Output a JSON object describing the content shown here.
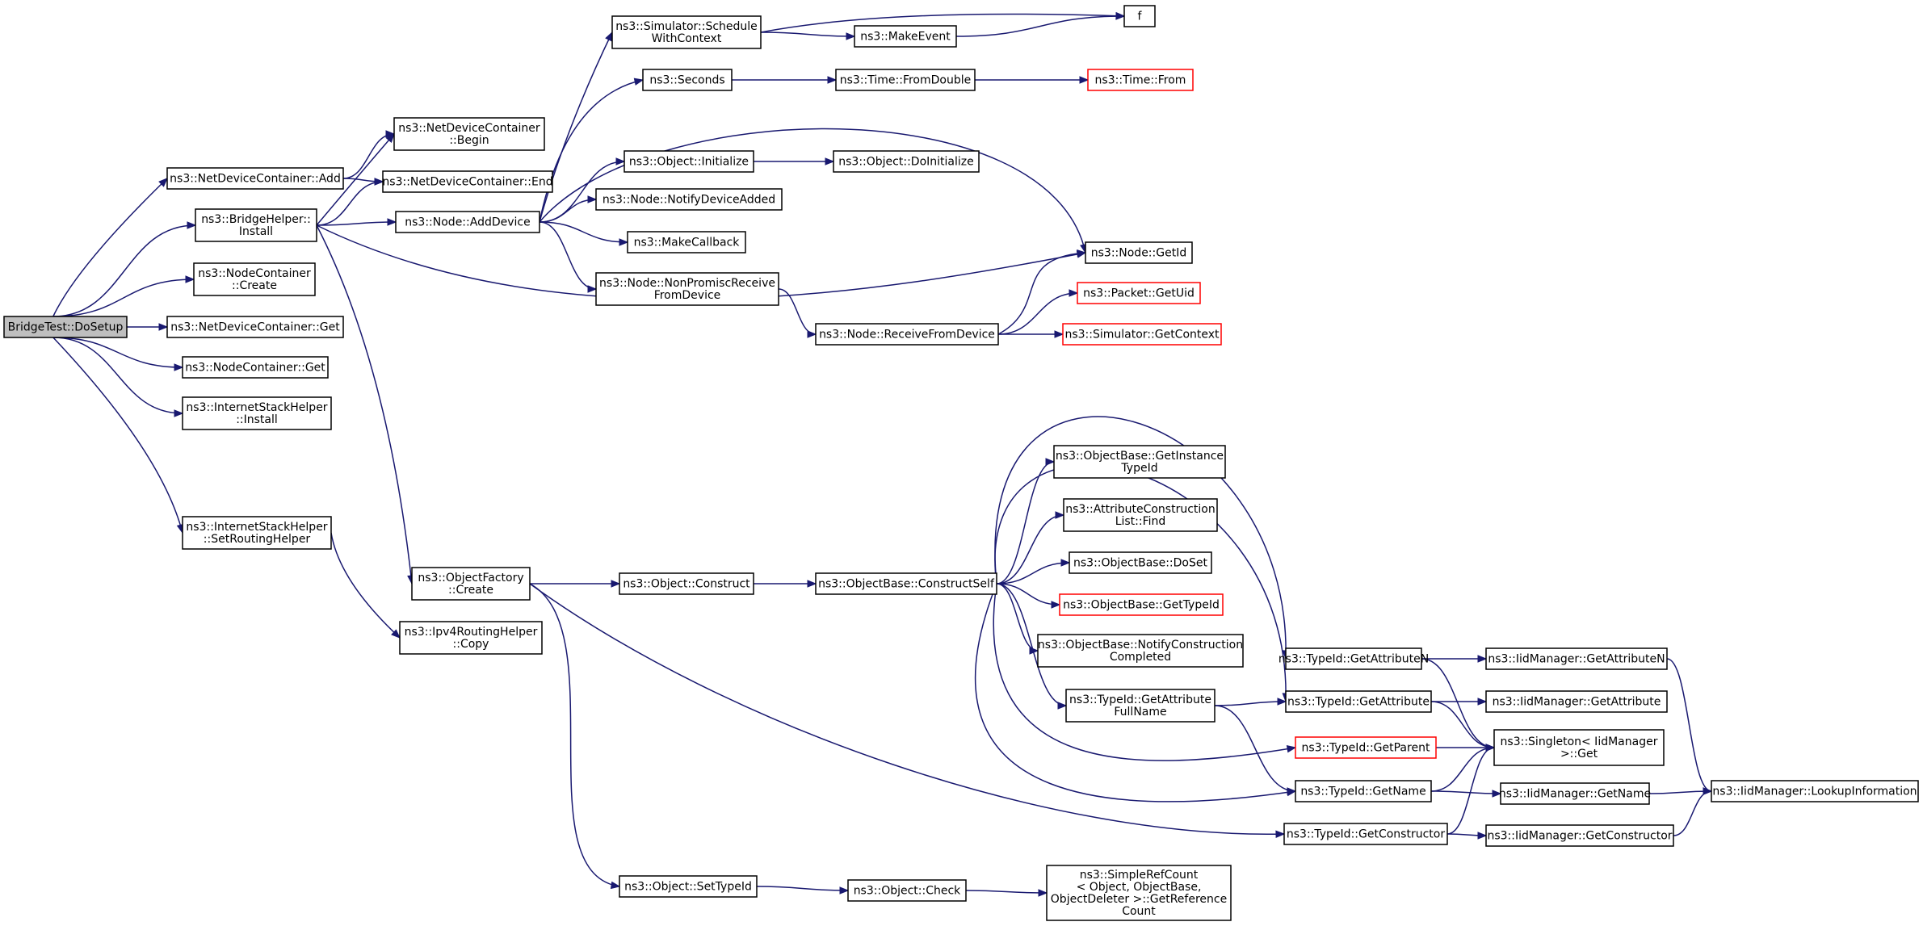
{
  "colors": {
    "edge": "#191970",
    "node_border": "#000000",
    "node_border_external": "#ff0000",
    "root_fill": "#bfbfbf"
  },
  "nodes": [
    {
      "id": "root",
      "lines": [
        "BridgeTest::DoSetup"
      ],
      "style": "root"
    },
    {
      "id": "ndcAdd",
      "lines": [
        "ns3::NetDeviceContainer::Add"
      ]
    },
    {
      "id": "bhInstall",
      "lines": [
        "ns3::BridgeHelper::",
        "Install"
      ]
    },
    {
      "id": "ncCreate",
      "lines": [
        "ns3::NodeContainer",
        "::Create"
      ]
    },
    {
      "id": "ndcGet",
      "lines": [
        "ns3::NetDeviceContainer::Get"
      ]
    },
    {
      "id": "ncGet",
      "lines": [
        "ns3::NodeContainer::Get"
      ]
    },
    {
      "id": "ishInstall",
      "lines": [
        "ns3::InternetStackHelper",
        "::Install"
      ]
    },
    {
      "id": "ishSetRouting",
      "lines": [
        "ns3::InternetStackHelper",
        "::SetRoutingHelper"
      ]
    },
    {
      "id": "ndcBegin",
      "lines": [
        "ns3::NetDeviceContainer",
        "::Begin"
      ]
    },
    {
      "id": "ndcEnd",
      "lines": [
        "ns3::NetDeviceContainer::End"
      ]
    },
    {
      "id": "nodeAddDevice",
      "lines": [
        "ns3::Node::AddDevice"
      ]
    },
    {
      "id": "ofCreate",
      "lines": [
        "ns3::ObjectFactory",
        "::Create"
      ]
    },
    {
      "id": "ipv4Copy",
      "lines": [
        "ns3::Ipv4RoutingHelper",
        "::Copy"
      ]
    },
    {
      "id": "simSchedule",
      "lines": [
        "ns3::Simulator::Schedule",
        "WithContext"
      ]
    },
    {
      "id": "seconds",
      "lines": [
        "ns3::Seconds"
      ]
    },
    {
      "id": "objInit",
      "lines": [
        "ns3::Object::Initialize"
      ]
    },
    {
      "id": "notifyDev",
      "lines": [
        "ns3::Node::NotifyDeviceAdded"
      ]
    },
    {
      "id": "makeCallback",
      "lines": [
        "ns3::MakeCallback"
      ]
    },
    {
      "id": "nonPromisc",
      "lines": [
        "ns3::Node::NonPromiscReceive",
        "FromDevice"
      ]
    },
    {
      "id": "makeEvent",
      "lines": [
        "ns3::MakeEvent"
      ]
    },
    {
      "id": "f",
      "lines": [
        "f"
      ]
    },
    {
      "id": "timeFromDouble",
      "lines": [
        "ns3::Time::FromDouble"
      ]
    },
    {
      "id": "timeFrom",
      "lines": [
        "ns3::Time::From"
      ],
      "style": "red"
    },
    {
      "id": "objDoInit",
      "lines": [
        "ns3::Object::DoInitialize"
      ]
    },
    {
      "id": "nodeGetId",
      "lines": [
        "ns3::Node::GetId"
      ]
    },
    {
      "id": "receiveFromDev",
      "lines": [
        "ns3::Node::ReceiveFromDevice"
      ]
    },
    {
      "id": "packetGetUid",
      "lines": [
        "ns3::Packet::GetUid"
      ],
      "style": "red"
    },
    {
      "id": "simGetContext",
      "lines": [
        "ns3::Simulator::GetContext"
      ],
      "style": "red"
    },
    {
      "id": "objConstruct",
      "lines": [
        "ns3::Object::Construct"
      ]
    },
    {
      "id": "objSetTypeId",
      "lines": [
        "ns3::Object::SetTypeId"
      ]
    },
    {
      "id": "objCheck",
      "lines": [
        "ns3::Object::Check"
      ]
    },
    {
      "id": "simpleRef",
      "lines": [
        "ns3::SimpleRefCount",
        "< Object, ObjectBase,",
        "ObjectDeleter >::GetReference",
        "Count"
      ]
    },
    {
      "id": "constructSelf",
      "lines": [
        "ns3::ObjectBase::ConstructSelf"
      ]
    },
    {
      "id": "getInstTypeId",
      "lines": [
        "ns3::ObjectBase::GetInstance",
        "TypeId"
      ]
    },
    {
      "id": "attrConstFind",
      "lines": [
        "ns3::AttributeConstruction",
        "List::Find"
      ]
    },
    {
      "id": "obDoSet",
      "lines": [
        "ns3::ObjectBase::DoSet"
      ]
    },
    {
      "id": "obGetTypeId",
      "lines": [
        "ns3::ObjectBase::GetTypeId"
      ],
      "style": "red"
    },
    {
      "id": "obNotify",
      "lines": [
        "ns3::ObjectBase::NotifyConstruction",
        "Completed"
      ]
    },
    {
      "id": "tidGetAttrFull",
      "lines": [
        "ns3::TypeId::GetAttribute",
        "FullName"
      ]
    },
    {
      "id": "tidGetAttrN",
      "lines": [
        "ns3::TypeId::GetAttributeN"
      ]
    },
    {
      "id": "tidGetAttr",
      "lines": [
        "ns3::TypeId::GetAttribute"
      ]
    },
    {
      "id": "tidGetParent",
      "lines": [
        "ns3::TypeId::GetParent"
      ],
      "style": "red"
    },
    {
      "id": "tidGetName",
      "lines": [
        "ns3::TypeId::GetName"
      ]
    },
    {
      "id": "tidGetConstructor",
      "lines": [
        "ns3::TypeId::GetConstructor"
      ]
    },
    {
      "id": "iidGetAttrN",
      "lines": [
        "ns3::IidManager::GetAttributeN"
      ]
    },
    {
      "id": "iidGetAttr",
      "lines": [
        "ns3::IidManager::GetAttribute"
      ]
    },
    {
      "id": "singletonGet",
      "lines": [
        "ns3::Singleton< IidManager",
        ">::Get"
      ]
    },
    {
      "id": "iidGetName",
      "lines": [
        "ns3::IidManager::GetName"
      ]
    },
    {
      "id": "iidGetConstructor",
      "lines": [
        "ns3::IidManager::GetConstructor"
      ]
    },
    {
      "id": "iidLookup",
      "lines": [
        "ns3::IidManager::LookupInformation"
      ]
    }
  ],
  "edges": [
    [
      "root",
      "ndcAdd"
    ],
    [
      "root",
      "bhInstall"
    ],
    [
      "root",
      "ncCreate"
    ],
    [
      "root",
      "ndcGet"
    ],
    [
      "root",
      "ncGet"
    ],
    [
      "root",
      "ishInstall"
    ],
    [
      "root",
      "ishSetRouting"
    ],
    [
      "ndcAdd",
      "ndcBegin"
    ],
    [
      "ndcAdd",
      "ndcEnd"
    ],
    [
      "bhInstall",
      "ndcBegin"
    ],
    [
      "bhInstall",
      "ndcEnd"
    ],
    [
      "bhInstall",
      "nodeAddDevice"
    ],
    [
      "bhInstall",
      "nodeGetId"
    ],
    [
      "bhInstall",
      "ofCreate"
    ],
    [
      "ishSetRouting",
      "ipv4Copy"
    ],
    [
      "nodeAddDevice",
      "simSchedule"
    ],
    [
      "nodeAddDevice",
      "seconds"
    ],
    [
      "nodeAddDevice",
      "nodeGetId"
    ],
    [
      "nodeAddDevice",
      "objInit"
    ],
    [
      "nodeAddDevice",
      "notifyDev"
    ],
    [
      "nodeAddDevice",
      "makeCallback"
    ],
    [
      "nodeAddDevice",
      "nonPromisc"
    ],
    [
      "simSchedule",
      "f"
    ],
    [
      "simSchedule",
      "makeEvent"
    ],
    [
      "makeEvent",
      "f"
    ],
    [
      "seconds",
      "timeFromDouble"
    ],
    [
      "timeFromDouble",
      "timeFrom"
    ],
    [
      "objInit",
      "objDoInit"
    ],
    [
      "nonPromisc",
      "receiveFromDev"
    ],
    [
      "receiveFromDev",
      "nodeGetId"
    ],
    [
      "receiveFromDev",
      "packetGetUid"
    ],
    [
      "receiveFromDev",
      "simGetContext"
    ],
    [
      "ofCreate",
      "objConstruct"
    ],
    [
      "ofCreate",
      "objSetTypeId"
    ],
    [
      "ofCreate",
      "tidGetConstructor"
    ],
    [
      "objConstruct",
      "constructSelf"
    ],
    [
      "objSetTypeId",
      "objCheck"
    ],
    [
      "objCheck",
      "simpleRef"
    ],
    [
      "constructSelf",
      "getInstTypeId"
    ],
    [
      "constructSelf",
      "attrConstFind"
    ],
    [
      "constructSelf",
      "obDoSet"
    ],
    [
      "constructSelf",
      "obGetTypeId"
    ],
    [
      "constructSelf",
      "obNotify"
    ],
    [
      "constructSelf",
      "tidGetAttrFull"
    ],
    [
      "constructSelf",
      "tidGetAttrN"
    ],
    [
      "constructSelf",
      "tidGetAttr"
    ],
    [
      "constructSelf",
      "tidGetParent"
    ],
    [
      "constructSelf",
      "tidGetName"
    ],
    [
      "tidGetAttrFull",
      "tidGetAttr"
    ],
    [
      "tidGetAttrFull",
      "tidGetName"
    ],
    [
      "tidGetAttrN",
      "iidGetAttrN"
    ],
    [
      "tidGetAttrN",
      "singletonGet"
    ],
    [
      "tidGetAttr",
      "iidGetAttr"
    ],
    [
      "tidGetAttr",
      "singletonGet"
    ],
    [
      "tidGetParent",
      "singletonGet"
    ],
    [
      "tidGetName",
      "singletonGet"
    ],
    [
      "tidGetName",
      "iidGetName"
    ],
    [
      "tidGetConstructor",
      "singletonGet"
    ],
    [
      "tidGetConstructor",
      "iidGetConstructor"
    ],
    [
      "iidGetAttrN",
      "iidLookup"
    ],
    [
      "iidGetName",
      "iidLookup"
    ],
    [
      "iidGetConstructor",
      "iidLookup"
    ]
  ]
}
